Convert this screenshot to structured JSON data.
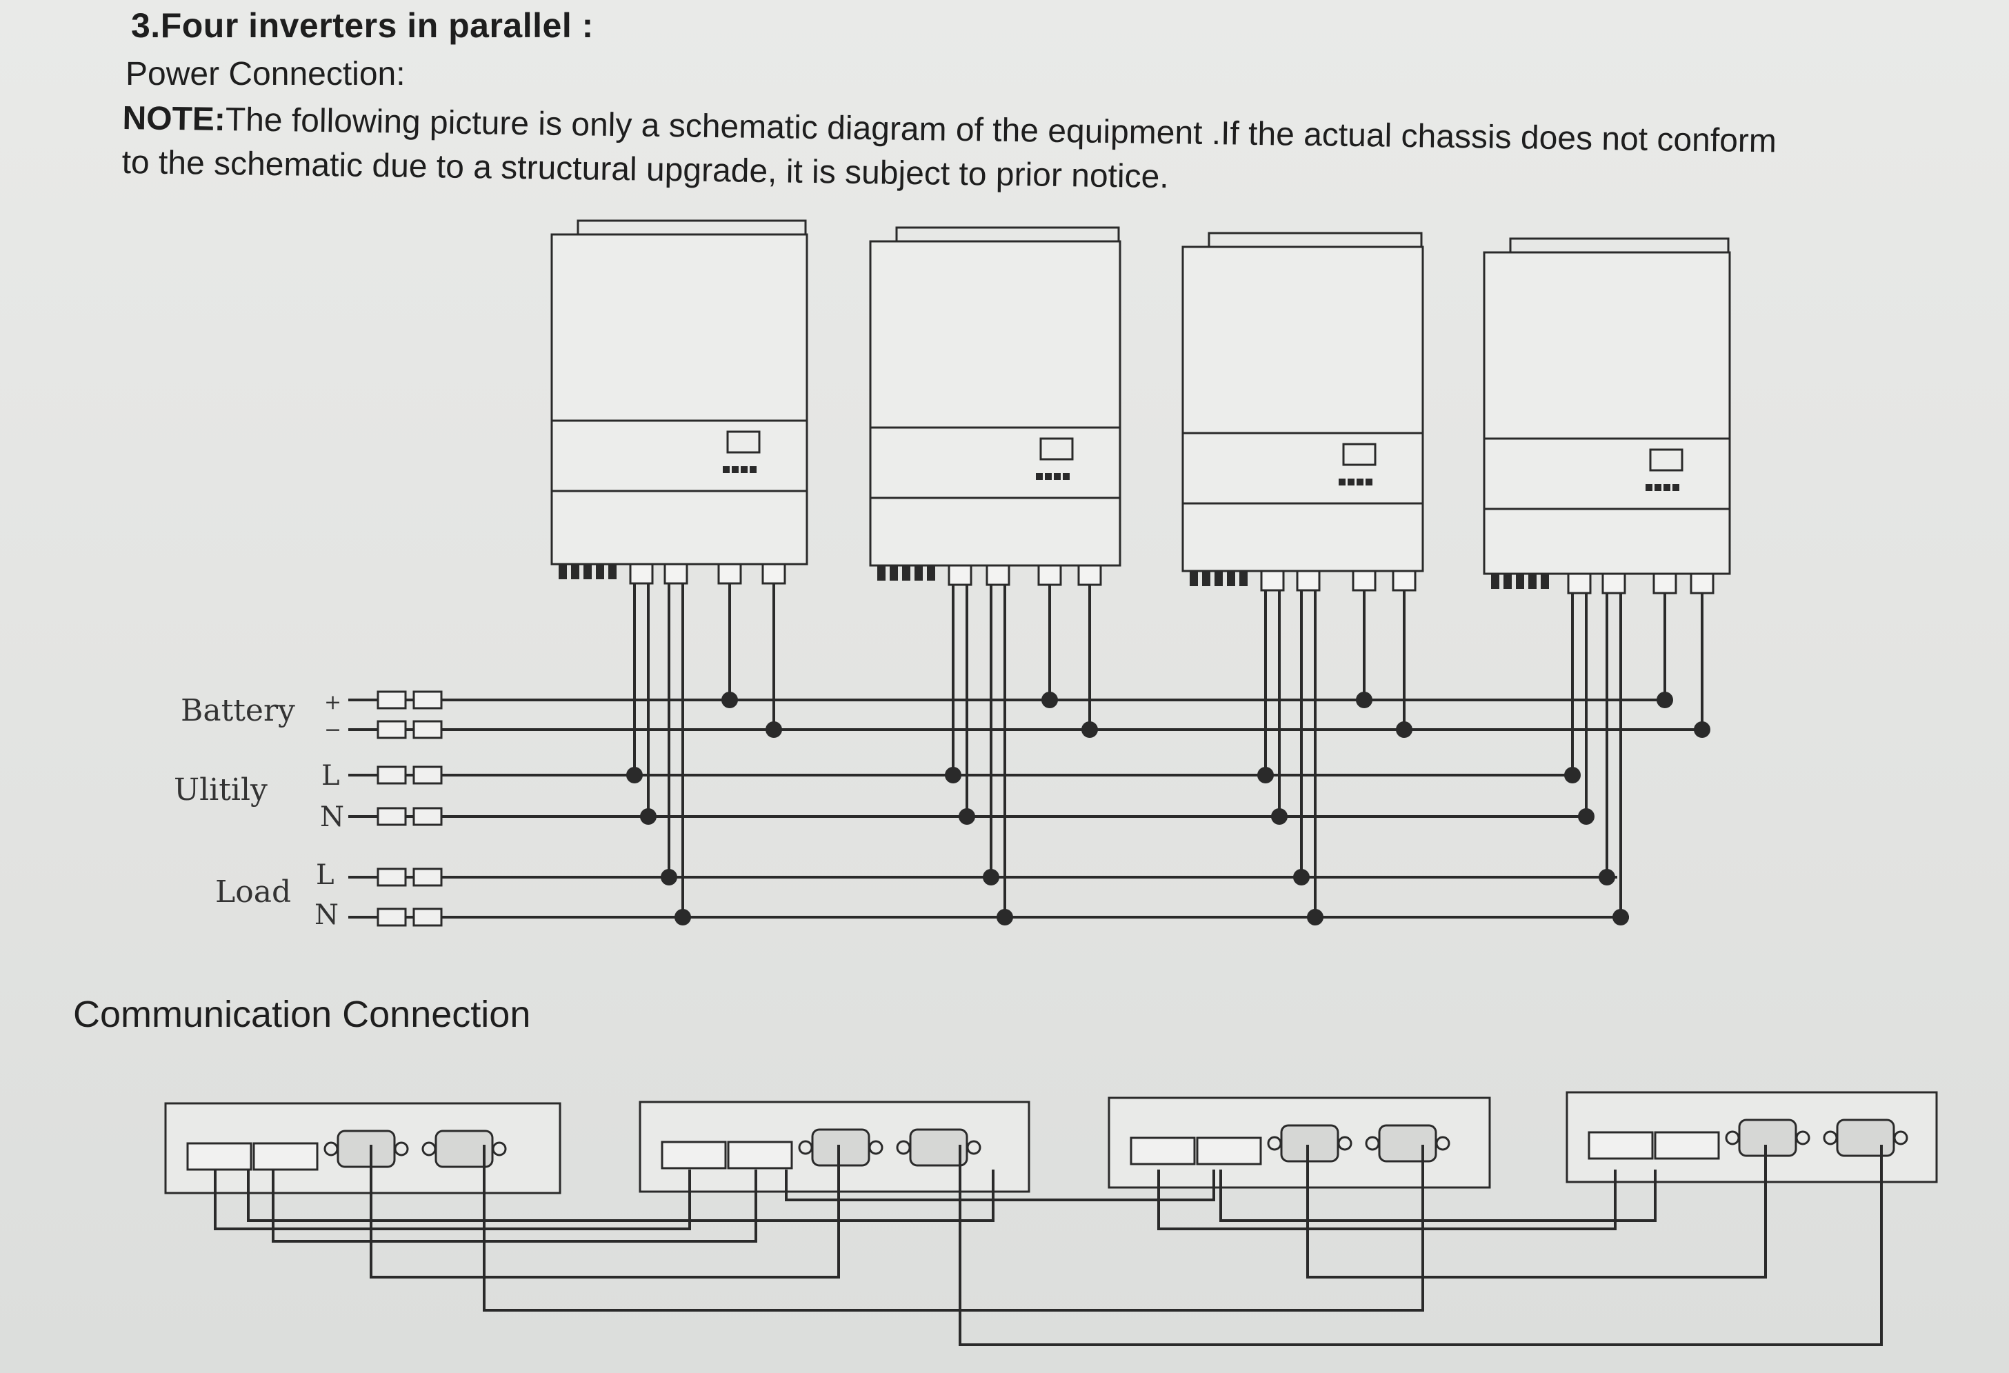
{
  "heading": "3.Four inverters  in parallel :",
  "power_connection": "Power Connection:",
  "note": {
    "label": "NOTE:",
    "text": "The following picture is only a schematic diagram of the equipment .If the actual chassis does not conform to the schematic due to a structural upgrade, it is subject to prior notice."
  },
  "bus_labels": {
    "battery": "Battery",
    "utility": "Ulitily",
    "load": "Load",
    "plus": "+",
    "minus": "−",
    "l": "L",
    "n": "N"
  },
  "communication_connection": "Communication Connection",
  "inverter_count": 4
}
